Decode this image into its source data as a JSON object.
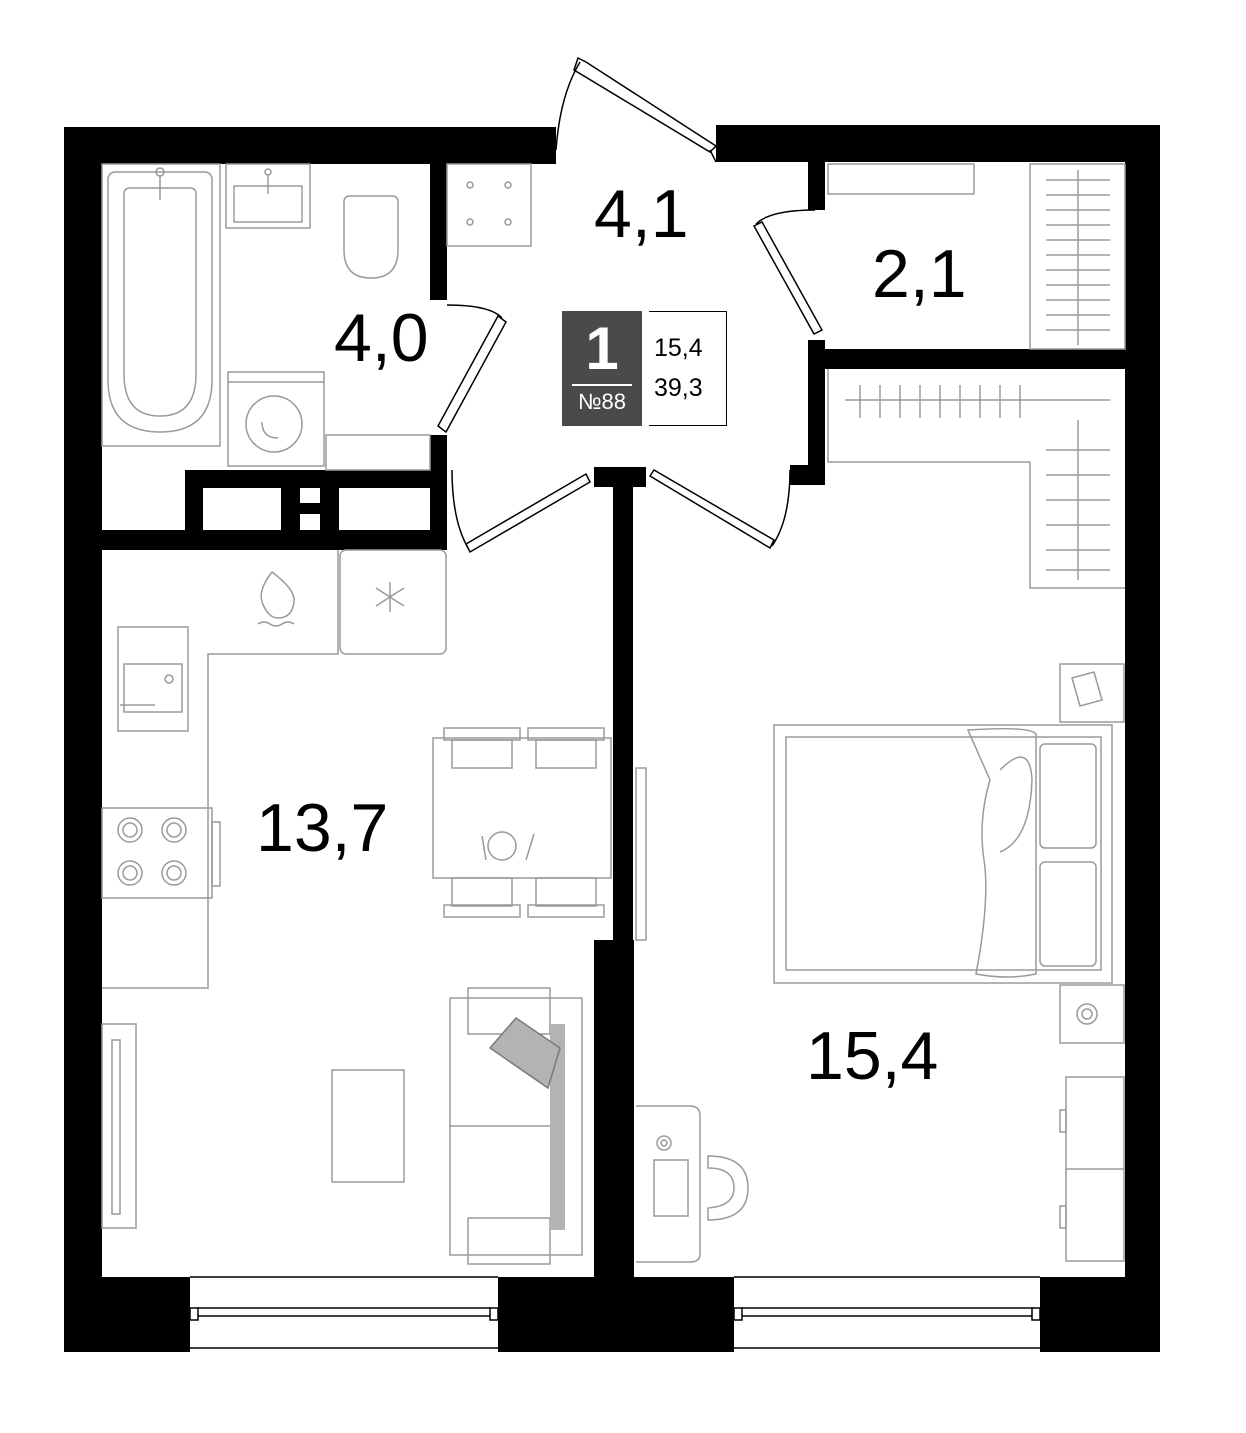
{
  "apartment": {
    "rooms": "1",
    "number": "№88",
    "living_area": "15,4",
    "total_area": "39,3"
  },
  "rooms": {
    "bathroom": "4,0",
    "hallway": "4,1",
    "storage": "2,1",
    "kitchen_living": "13,7",
    "bedroom": "15,4"
  },
  "colors": {
    "wall": "#000000",
    "furniture_stroke": "#9a9a9a",
    "badge_bg": "#4a4a4a",
    "accent_gray": "#b3b3b3"
  }
}
